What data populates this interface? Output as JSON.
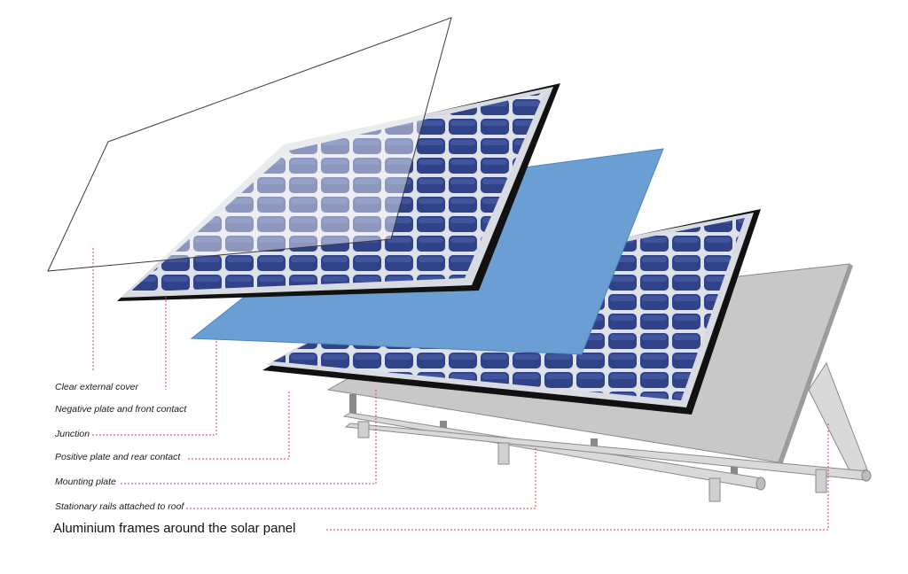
{
  "labels": {
    "clear_external_cover": "Clear external cover",
    "negative_plate": "Negative plate and front contact",
    "junction": "Junction",
    "positive_plate": "Positive plate and rear contact",
    "mounting_plate": "Mounting plate",
    "stationary_rails": "Stationary rails attached to roof",
    "aluminium_frames": "Aluminium frames around the solar panel"
  },
  "colors": {
    "cell_blue": "#2d3f86",
    "panel_backing": "#d8dce2",
    "panel_frame": "#111111",
    "junction_blue": "#6b9fd4",
    "mounting_plate_gray": "#c8c8c8",
    "rail_gray": "#d9d9d9",
    "leader_line_red": "#d64545"
  }
}
